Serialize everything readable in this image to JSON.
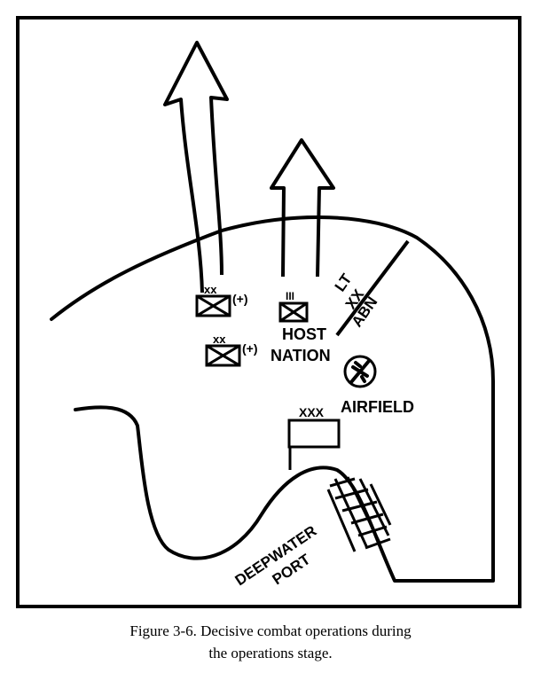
{
  "map": {
    "labels": {
      "host": "HOST",
      "nation": "NATION",
      "lt": "LT",
      "xx": "XX",
      "abn": "ABN",
      "airfield": "AIRFIELD",
      "deepwater": "DEEPWATER",
      "port": "PORT"
    },
    "unit_markers": {
      "unit1_echelon": "xx",
      "unit1_suffix": "(+)",
      "unit2_echelon": "III",
      "unit3_echelon": "xx",
      "unit3_suffix": "(+)",
      "hq_echelon": "XXX"
    }
  },
  "caption": {
    "line1": "Figure 3-6.   Decisive combat operations during",
    "line2": "the operations stage."
  }
}
